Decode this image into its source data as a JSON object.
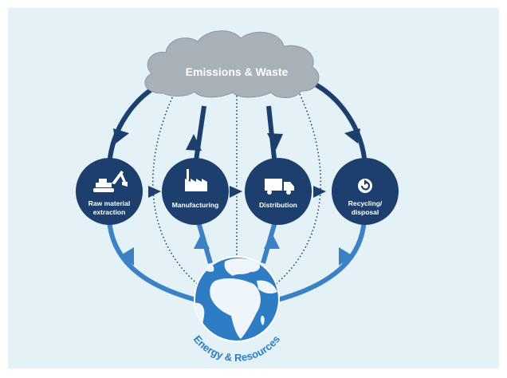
{
  "cloud": {
    "label": "Emissions & Waste"
  },
  "stages": [
    {
      "id": "raw",
      "lines": [
        "Raw material",
        "extraction"
      ],
      "icon": "excavator-icon"
    },
    {
      "id": "manufacturing",
      "lines": [
        "Manufacturing"
      ],
      "icon": "factory-icon"
    },
    {
      "id": "distribution",
      "lines": [
        "Distribution"
      ],
      "icon": "truck-icon"
    },
    {
      "id": "recycling",
      "lines": [
        "Recycling/",
        "disposal"
      ],
      "icon": "recycle-icon"
    }
  ],
  "globe": {
    "label": "Energy & Resources"
  },
  "colors": {
    "background": "#e4f1f7",
    "dark_navy": "#1c3f6e",
    "light_blue": "#3b82c4",
    "cloud": "#a8b1b8",
    "globe_ocean": "#2e7cc4"
  }
}
